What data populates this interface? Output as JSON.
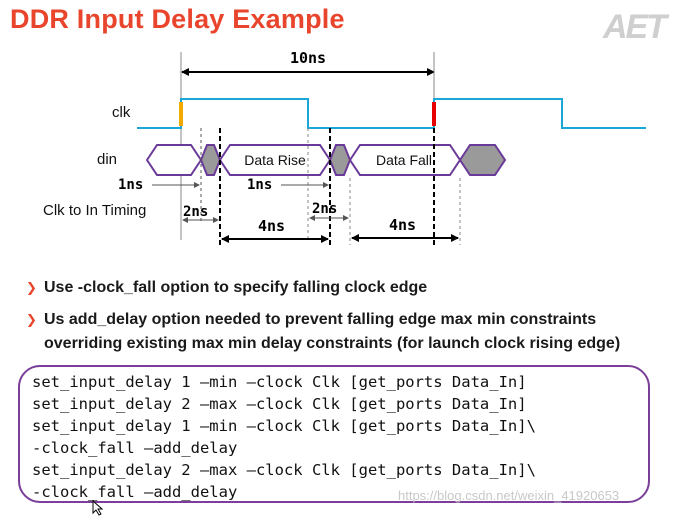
{
  "title": "DDR Input Delay Example",
  "logo": "AET",
  "diagram": {
    "period_label": "10ns",
    "clk_label": "clk",
    "din_label": "din",
    "data_rise_label": "Data Rise",
    "data_fall_label": "Data Fall",
    "timing_label": "Clk to In Timing",
    "delay_1ns_a": "1ns",
    "delay_1ns_b": "1ns",
    "delay_2ns_a": "2ns",
    "delay_2ns_b": "2ns",
    "delay_4ns_a": "4ns",
    "delay_4ns_b": "4ns",
    "colors": {
      "clock": "#1aa6d6",
      "rise_edge": "#f2a900",
      "fall_edge": "#e60000",
      "bus_outline": "#6a3a98",
      "bus_invalid": "#9a9a9a"
    }
  },
  "bullets": [
    "Use -clock_fall option to specify falling clock edge",
    "Us add_delay option needed to prevent falling edge max min constraints overriding existing max min delay constraints (for launch clock rising edge)"
  ],
  "code_lines": [
    "set_input_delay 1 –min –clock Clk [get_ports Data_In]",
    "set_input_delay 2 –max –clock Clk [get_ports Data_In]",
    "set_input_delay 1 –min –clock Clk [get_ports Data_In]\\",
    "-clock_fall –add_delay",
    "set_input_delay 2 –max –clock Clk [get_ports Data_In]\\",
    "-clock_fall –add_delay"
  ],
  "watermark": "https://blog.csdn.net/weixin_41920653"
}
